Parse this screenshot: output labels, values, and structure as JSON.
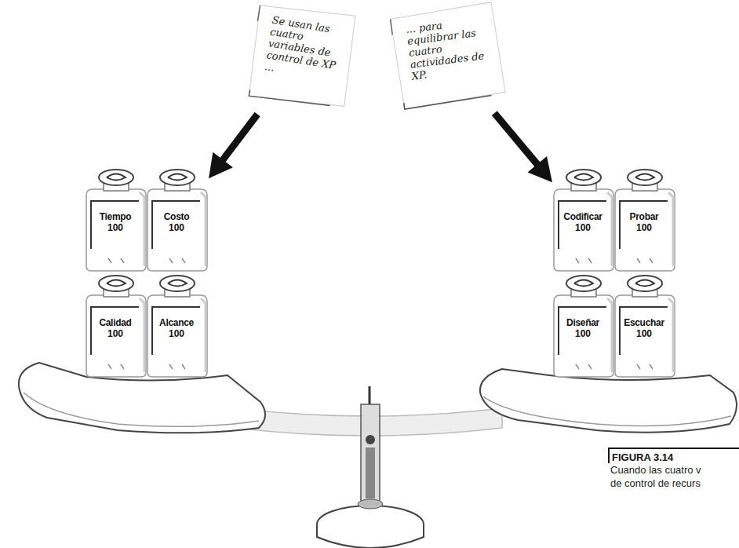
{
  "diagram": {
    "caption": "FIGURA 3.14",
    "nodes": [
      {
        "text": [
          "Se usan las cuatro variables de control de XP ..."
        ]
      },
      {
        "text": [
          "... para equilibrar las cuatro actividades de XP."
        ]
      },
      {
        "text": [
          "Tiempo",
          "100"
        ]
      },
      {
        "text": [
          "Costo",
          "100"
        ]
      },
      {
        "text": [
          "Calidad",
          "100"
        ]
      },
      {
        "text": [
          "Alcance",
          "100"
        ]
      },
      {
        "text": [
          "Codificar",
          "100"
        ]
      },
      {
        "text": [
          "Probar",
          "100"
        ]
      },
      {
        "text": [
          "Diseñar",
          "100"
        ]
      },
      {
        "text": [
          "Escuchar",
          "100"
        ]
      }
    ],
    "edges": [
      {
        "from": 0,
        "to": 3,
        "arrow": "to"
      },
      {
        "from": 1,
        "to": 6,
        "arrow": "to"
      }
    ],
    "labels": [
      "Cuando las cuatro v",
      "de control de recurs"
    ]
  }
}
